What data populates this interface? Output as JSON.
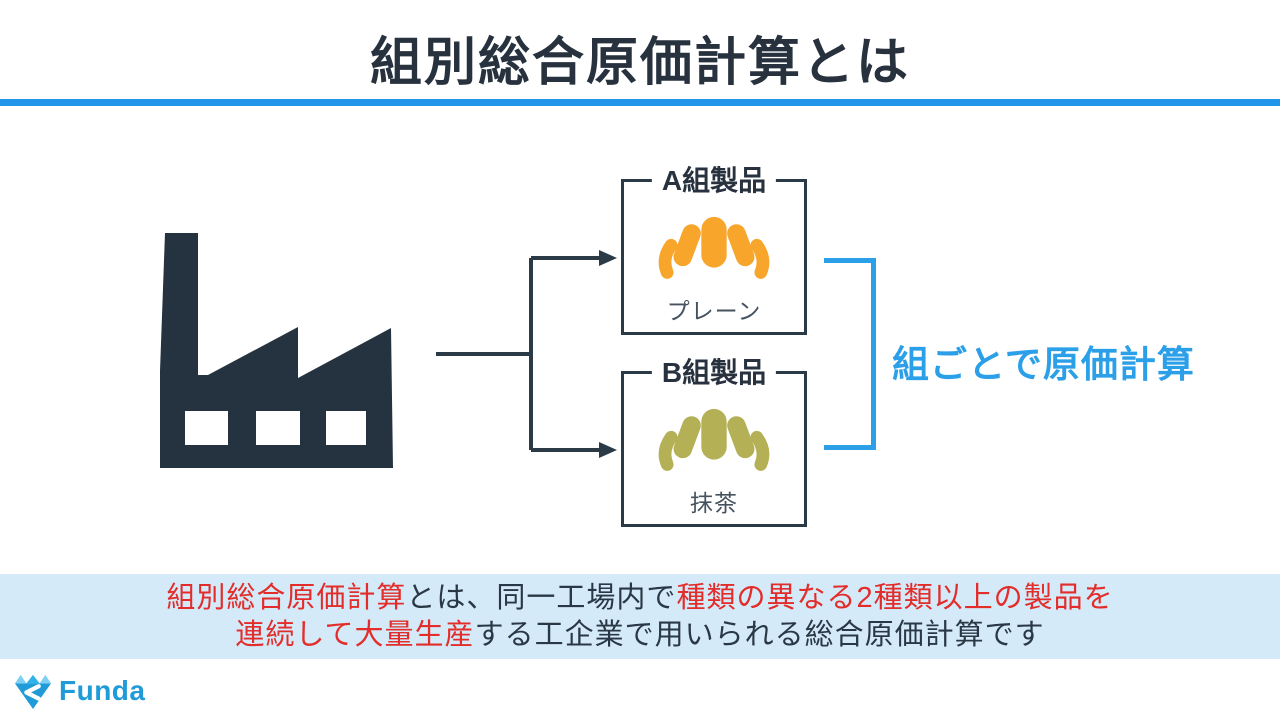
{
  "title": "組別総合原価計算とは",
  "colors": {
    "accent_blue": "#2B9FE8",
    "rule_blue": "#2196E8",
    "dark_navy": "#2B3A47",
    "red": "#E22D2B",
    "banner_bg": "#D4EAF8",
    "orange": "#F7A52B",
    "matcha": "#B3B055",
    "logo_blue": "#1F9BD7",
    "logo_light_blue": "#7ED0F2"
  },
  "groups": [
    {
      "box_title": "A組製品",
      "flavor_label": "プレーン",
      "icon": "croissant-icon",
      "icon_color": "#F7A52B"
    },
    {
      "box_title": "B組製品",
      "flavor_label": "抹茶",
      "icon": "croissant-icon",
      "icon_color": "#B3B055"
    }
  ],
  "bracket_label": "組ごとで原価計算",
  "banner": {
    "lines": [
      [
        {
          "text": "組別総合原価計算",
          "emphasis": true
        },
        {
          "text": "とは、同一工場内で",
          "emphasis": false
        },
        {
          "text": "種類の異なる2種類以上の製品を",
          "emphasis": true
        }
      ],
      [
        {
          "text": "連続して大量生産",
          "emphasis": true
        },
        {
          "text": "する工企業で用いられる総合原価計算です",
          "emphasis": false
        }
      ]
    ]
  },
  "logo": {
    "text": "Funda",
    "icon": "funda-gem-icon"
  }
}
